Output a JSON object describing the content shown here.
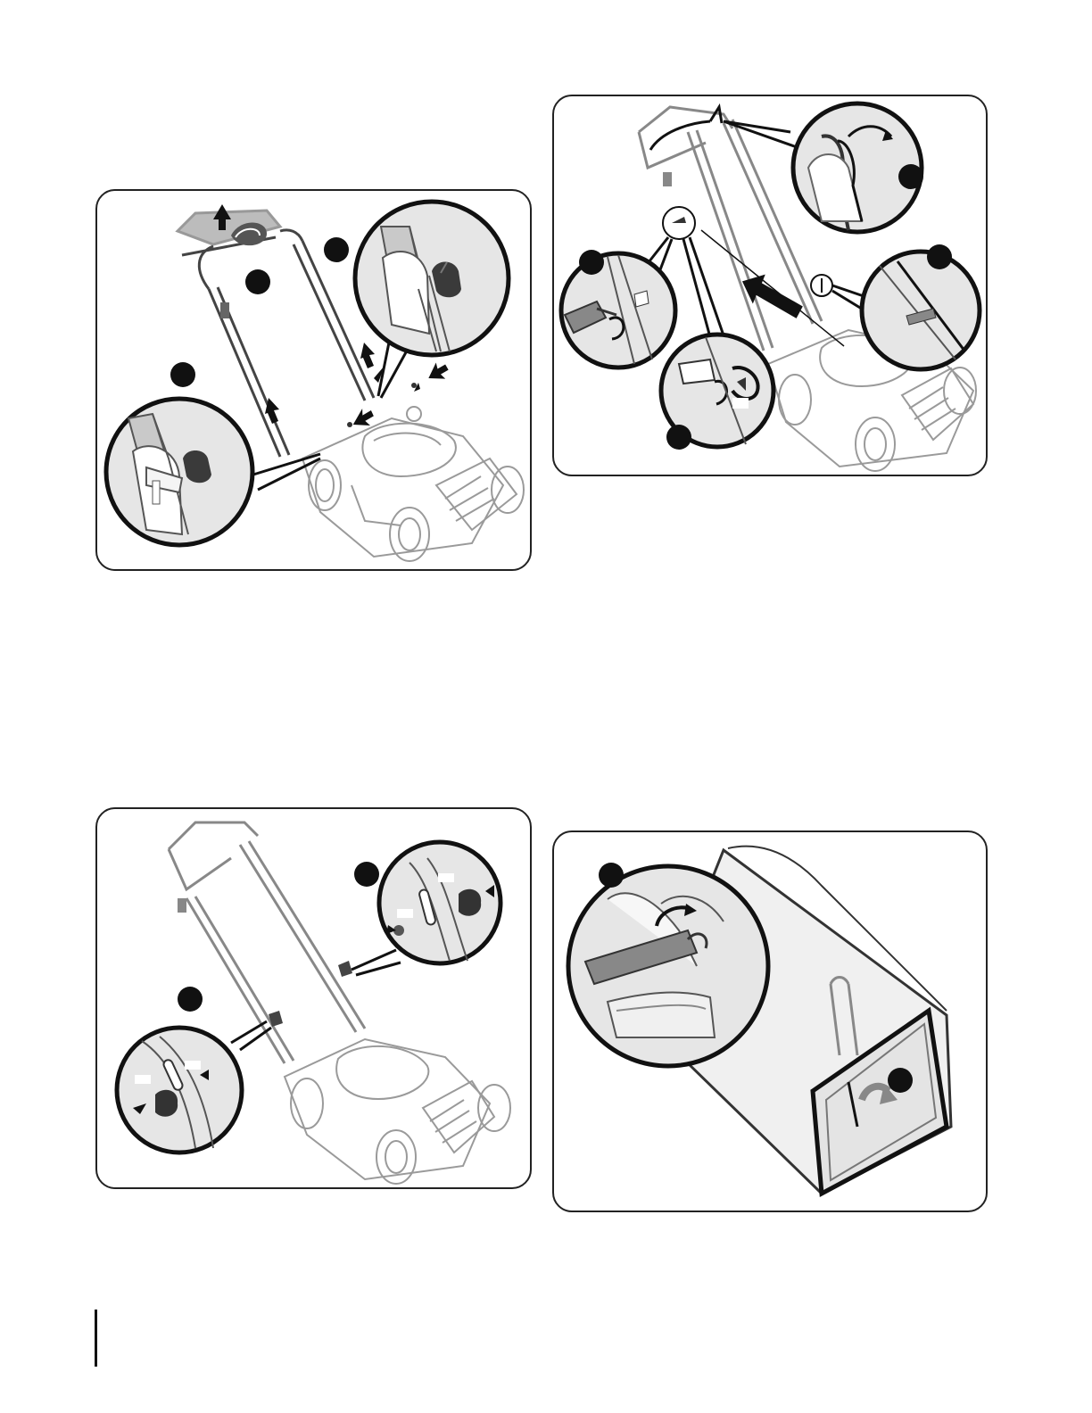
{
  "page": {
    "figures": [
      {
        "id": "handle-raise",
        "callouts": 3
      },
      {
        "id": "cable-routing",
        "callouts": 4
      },
      {
        "id": "handle-height",
        "callouts": 2
      },
      {
        "id": "grass-bag",
        "callouts": 2
      }
    ]
  }
}
